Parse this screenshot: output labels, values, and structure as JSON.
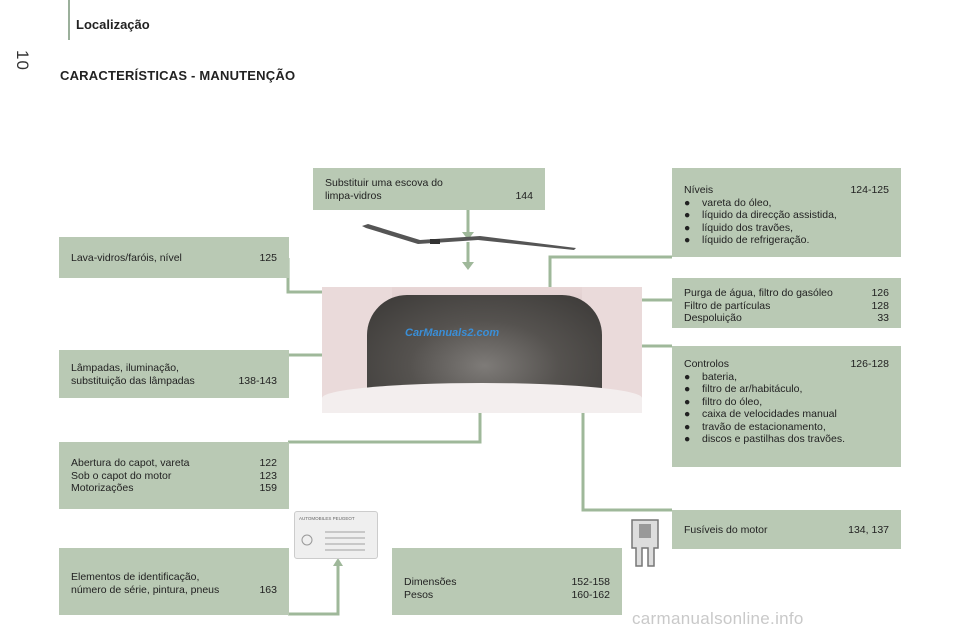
{
  "header": {
    "section": "Localização",
    "page_number": "10"
  },
  "title": "CARACTERÍSTICAS - MANUTENÇÃO",
  "boxes": {
    "wiper": {
      "line1": "Substituir uma escova do",
      "line2": "limpa-vidros",
      "page": "144"
    },
    "washer": {
      "label": "Lava-vidros/faróis, nível",
      "page": "125"
    },
    "lamps": {
      "line1": "Lâmpadas, iluminação,",
      "line2": "substituição das lâmpadas",
      "page": "138-143"
    },
    "bonnet": {
      "rows": [
        {
          "label": "Abertura do capot, vareta",
          "page": "122"
        },
        {
          "label": "Sob o capot do motor",
          "page": "123"
        },
        {
          "label": "Motorizações",
          "page": "159"
        }
      ]
    },
    "ident": {
      "line1": "Elementos de identificação,",
      "line2": "número de série, pintura, pneus",
      "page": "163"
    },
    "dimensions": {
      "rows": [
        {
          "label": "Dimensões",
          "page": "152-158"
        },
        {
          "label": "Pesos",
          "page": "160-162"
        }
      ]
    },
    "levels": {
      "label": "Níveis",
      "page": "124-125",
      "items": [
        "vareta do óleo,",
        "líquido da direcção assistida,",
        "líquido dos travões,",
        "líquido de refrigeração."
      ]
    },
    "drain": {
      "rows": [
        {
          "label": "Purga de água, filtro do gasóleo",
          "page": "126"
        },
        {
          "label": "Filtro de partículas",
          "page": "128"
        },
        {
          "label": "Despoluição",
          "page": "33"
        }
      ]
    },
    "controls": {
      "label": "Controlos",
      "page": "126-128",
      "items": [
        "bateria,",
        "filtro de ar/habitáculo,",
        "filtro do óleo,",
        "caixa de velocidades manual",
        "travão de estacionamento,",
        "discos e pastilhas dos travões."
      ]
    },
    "fuses": {
      "label": "Fusíveis do motor",
      "page": "134, 137"
    }
  },
  "bullet_char": "●",
  "watermark": "CarManuals2.com",
  "plate_text": "AUTOMOBILES PEUGEOT",
  "footer": "carmanualsonline.info",
  "colors": {
    "box_bg": "#b9c9b4",
    "line": "#9fb89a",
    "sidebar": "#9bb09b"
  }
}
